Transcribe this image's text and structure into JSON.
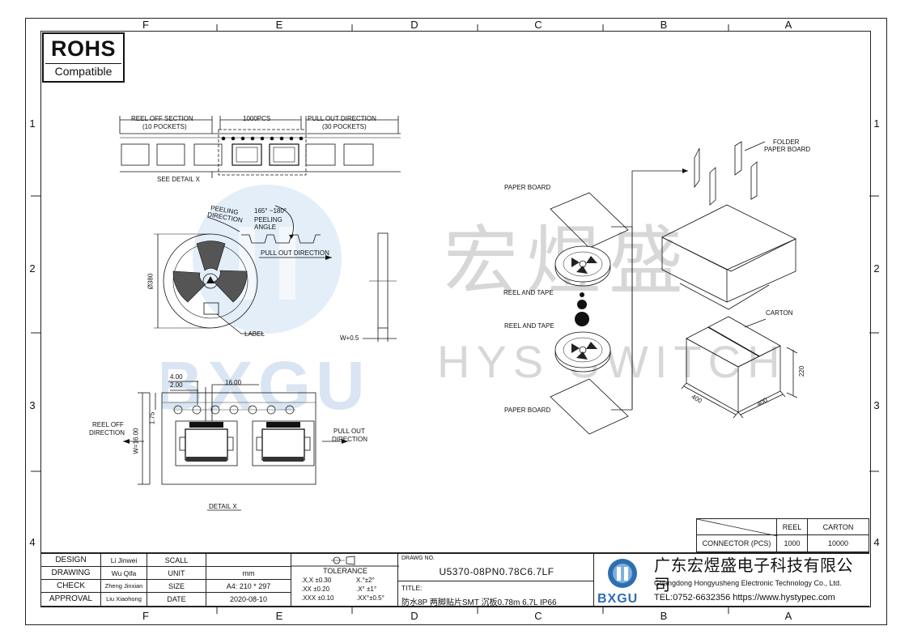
{
  "border_zones": {
    "top": [
      "F",
      "E",
      "D",
      "C",
      "B",
      "A"
    ],
    "bottom": [
      "F",
      "E",
      "D",
      "C",
      "B",
      "A"
    ],
    "left": [
      "1",
      "2",
      "3",
      "4"
    ],
    "right": [
      "1",
      "2",
      "3",
      "4"
    ]
  },
  "rohs": {
    "title": "ROHS",
    "subtitle": "Compatible"
  },
  "watermark": {
    "cn": "宏煜盛",
    "en": "HYS SWITCH",
    "logo": "BXGU"
  },
  "tape": {
    "reel_off_section": "REEL OFF SECTION",
    "reel_off_pockets": "(10 POCKETS)",
    "pcs": "1000PCS",
    "pull_out_direction": "PULL OUT DIRECTION",
    "pull_out_pockets": "(30 POCKETS)",
    "see_detail": "SEE  DETAIL  X"
  },
  "reel": {
    "peeling_direction_1": "PEELING",
    "peeling_direction_2": "DIRECTION",
    "angle_value": "165° ~180°",
    "peeling_angle_1": "PEELING",
    "peeling_angle_2": "ANGLE",
    "pull_out": "PULL OUT DIRECTION",
    "diameter": "Ø380",
    "label": "LABEL",
    "width": "W+0.5"
  },
  "detail": {
    "dim_400": "4.00",
    "dim_200": "2.00",
    "dim_1600": "16.00",
    "dim_175": "1.75",
    "dim_w": "W=16.00",
    "reel_off_1": "REEL OFF",
    "reel_off_2": "DIRECTION",
    "pull_out_1": "PULL OUT",
    "pull_out_2": "DIRECTION",
    "title": "DETAIL  X"
  },
  "packing": {
    "paper_board_top": "PAPER BOARD",
    "reel_and_tape_1": "REEL AND TAPE",
    "reel_and_tape_2": "REEL AND TAPE",
    "paper_board_bottom": "PAPER BOARD",
    "folder_1": "FOLDER",
    "folder_2": "PAPER BOARD",
    "carton": "CARTON",
    "dim_220": "220",
    "dim_400": "400",
    "dim_100": "400"
  },
  "qty_table": {
    "col_reel": "REEL",
    "col_carton": "CARTON",
    "row_label": "CONNECTOR (PCS)",
    "reel_qty": "1000",
    "carton_qty": "10000"
  },
  "title_block": {
    "roles": [
      {
        "role": "DESIGN",
        "name": "Li Jinwei",
        "key": "SCALL",
        "value": ""
      },
      {
        "role": "DRAWING",
        "name": "Wu Qifa",
        "key": "UNIT",
        "value": "mm"
      },
      {
        "role": "CHECK",
        "name": "Zheng Jinxian",
        "key": "SIZE",
        "value": "A4: 210 * 297"
      },
      {
        "role": "APPROVAL",
        "name": "Liu Xiaohong",
        "key": "DATE",
        "value": "2020-08-10"
      }
    ],
    "tolerance_title": "TOLERANCE",
    "tolerance": [
      ".X,X  ±0.30",
      "X.°±2°",
      ".XX  ±0.20",
      ".X° ±1°",
      ".XXX  ±0.10",
      ".XX°±0.5°"
    ],
    "drawing_no_label": "DRAWG NO.",
    "drawing_no": "U5370-08PN0.78C6.7LF",
    "title_label": "TITLE:",
    "title": "防水8P 两脚贴片SMT 沉板0.78m 6.7L IP66",
    "company_cn": "广东宏煜盛电子科技有限公司",
    "company_en": "Guangdong Hongyusheng Electronic Technology Co., Ltd.",
    "contact": "TEL:0752-6632356  https://www.hystypec.com",
    "logo_text": "BXGU"
  }
}
